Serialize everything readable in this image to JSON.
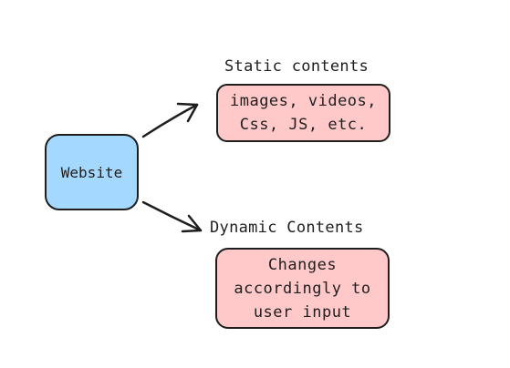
{
  "nodes": {
    "website": "Website",
    "static_title": "Static contents",
    "static_body": "images, videos,\nCss, JS, etc.",
    "dynamic_title": "Dynamic Contents",
    "dynamic_body": "Changes\naccordingly to\nuser input"
  },
  "colors": {
    "website_fill": "#a5d8ff",
    "content_fill": "#ffc9c9",
    "stroke": "#1e1e1e"
  }
}
